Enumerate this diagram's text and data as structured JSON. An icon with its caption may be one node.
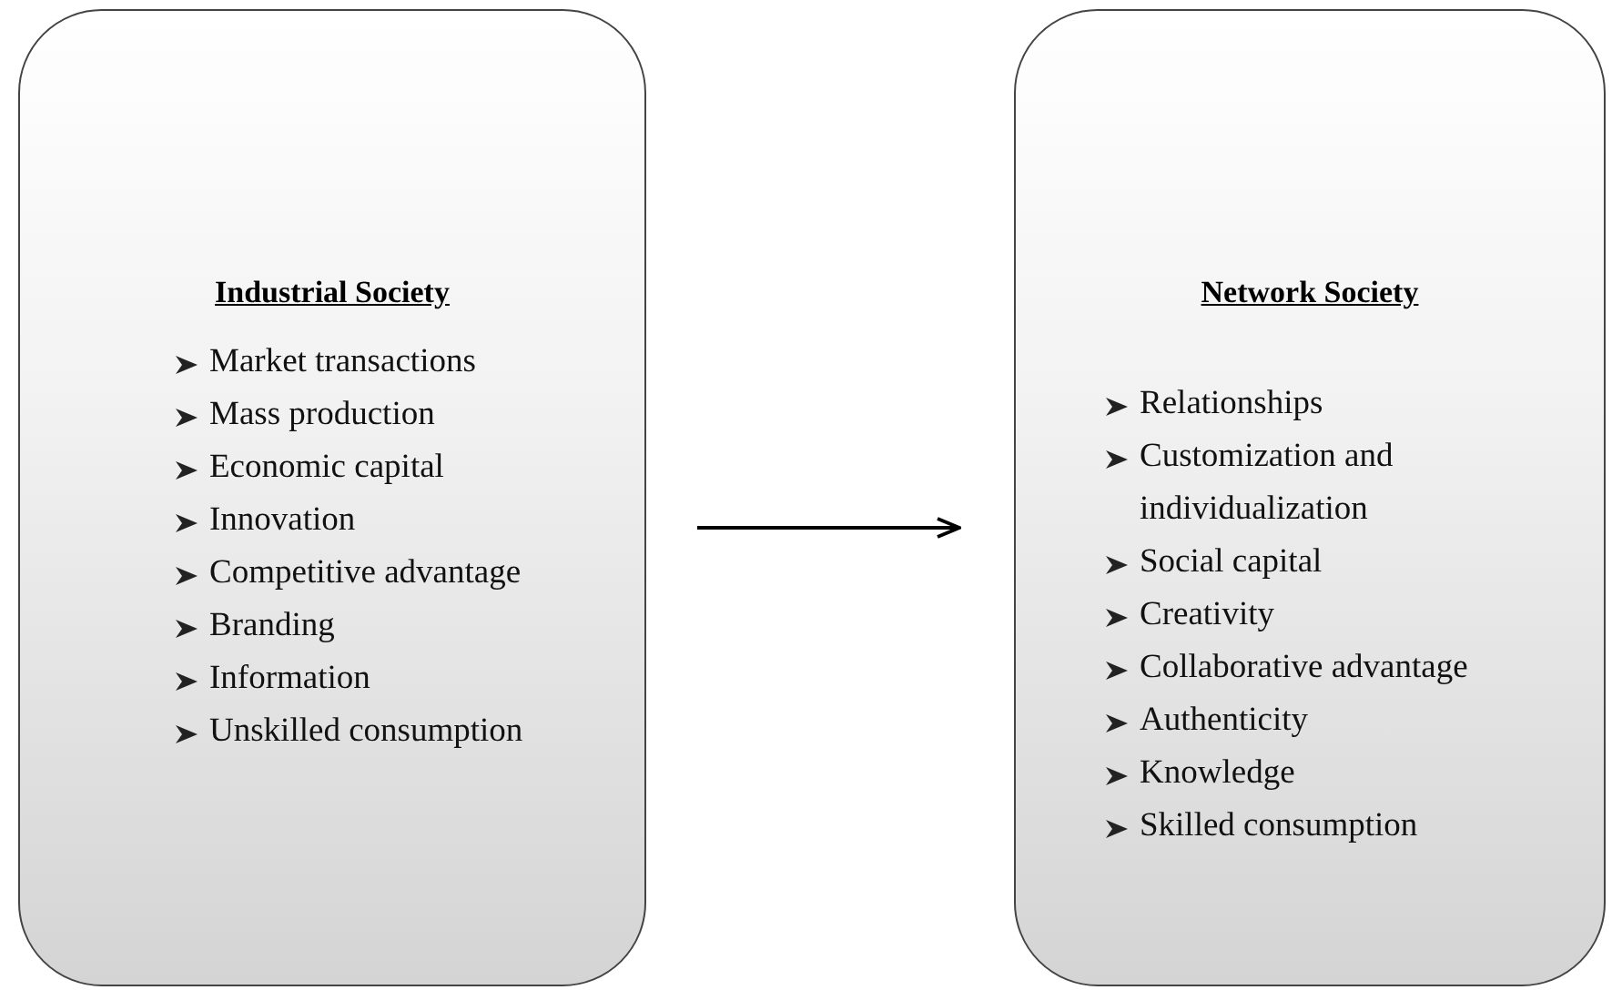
{
  "diagram": {
    "nodes": [
      {
        "text": [
          "Industrial Society",
          "Market transactions",
          "Mass production",
          "Economic capital",
          "Innovation",
          "Competitive advantage",
          "Branding",
          "Information",
          "Unskilled consumption"
        ]
      },
      {
        "text": [
          "Network Society",
          "Relationships",
          "Customization and individualization",
          "Social capital",
          "Creativity",
          "Collaborative advantage",
          "Authenticity",
          "Knowledge",
          "Skilled consumption"
        ]
      }
    ],
    "edges": [
      {
        "from": 0,
        "to": 1,
        "arrow": "to"
      }
    ]
  }
}
